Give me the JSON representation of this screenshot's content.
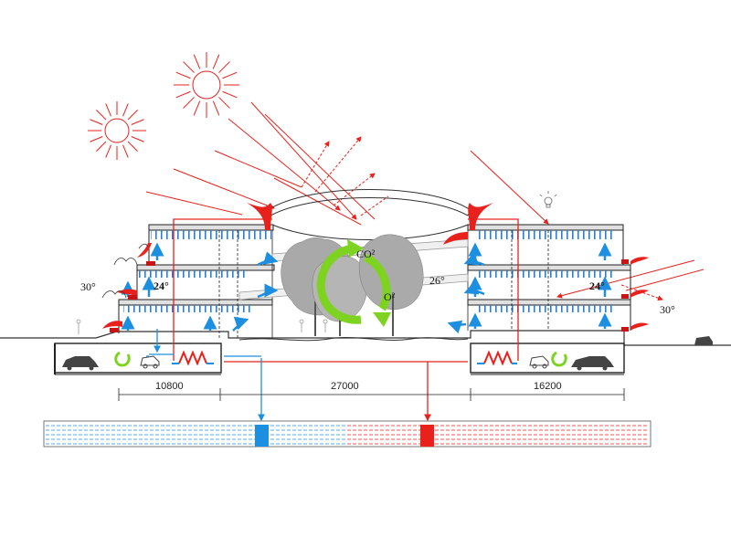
{
  "labels": {
    "co2": "CO²",
    "o2": "O²",
    "atrium_temp": "26°",
    "left_inside_temp": "24°",
    "right_inside_temp": "24°",
    "left_outside_temp": "30°",
    "right_outside_temp": "30°"
  },
  "dimensions": [
    "10800",
    "27000",
    "16200"
  ],
  "colors": {
    "warm": "#e8211c",
    "cool": "#1c8fe0",
    "green": "#7ed321",
    "line": "#222222",
    "ground": "#333333"
  },
  "icons": [
    "sun-icon",
    "light-bulb-icon",
    "car-icon",
    "recycle-arrow-icon",
    "heat-exchanger-icon",
    "tree-icon",
    "person-icon",
    "plant-icon"
  ]
}
